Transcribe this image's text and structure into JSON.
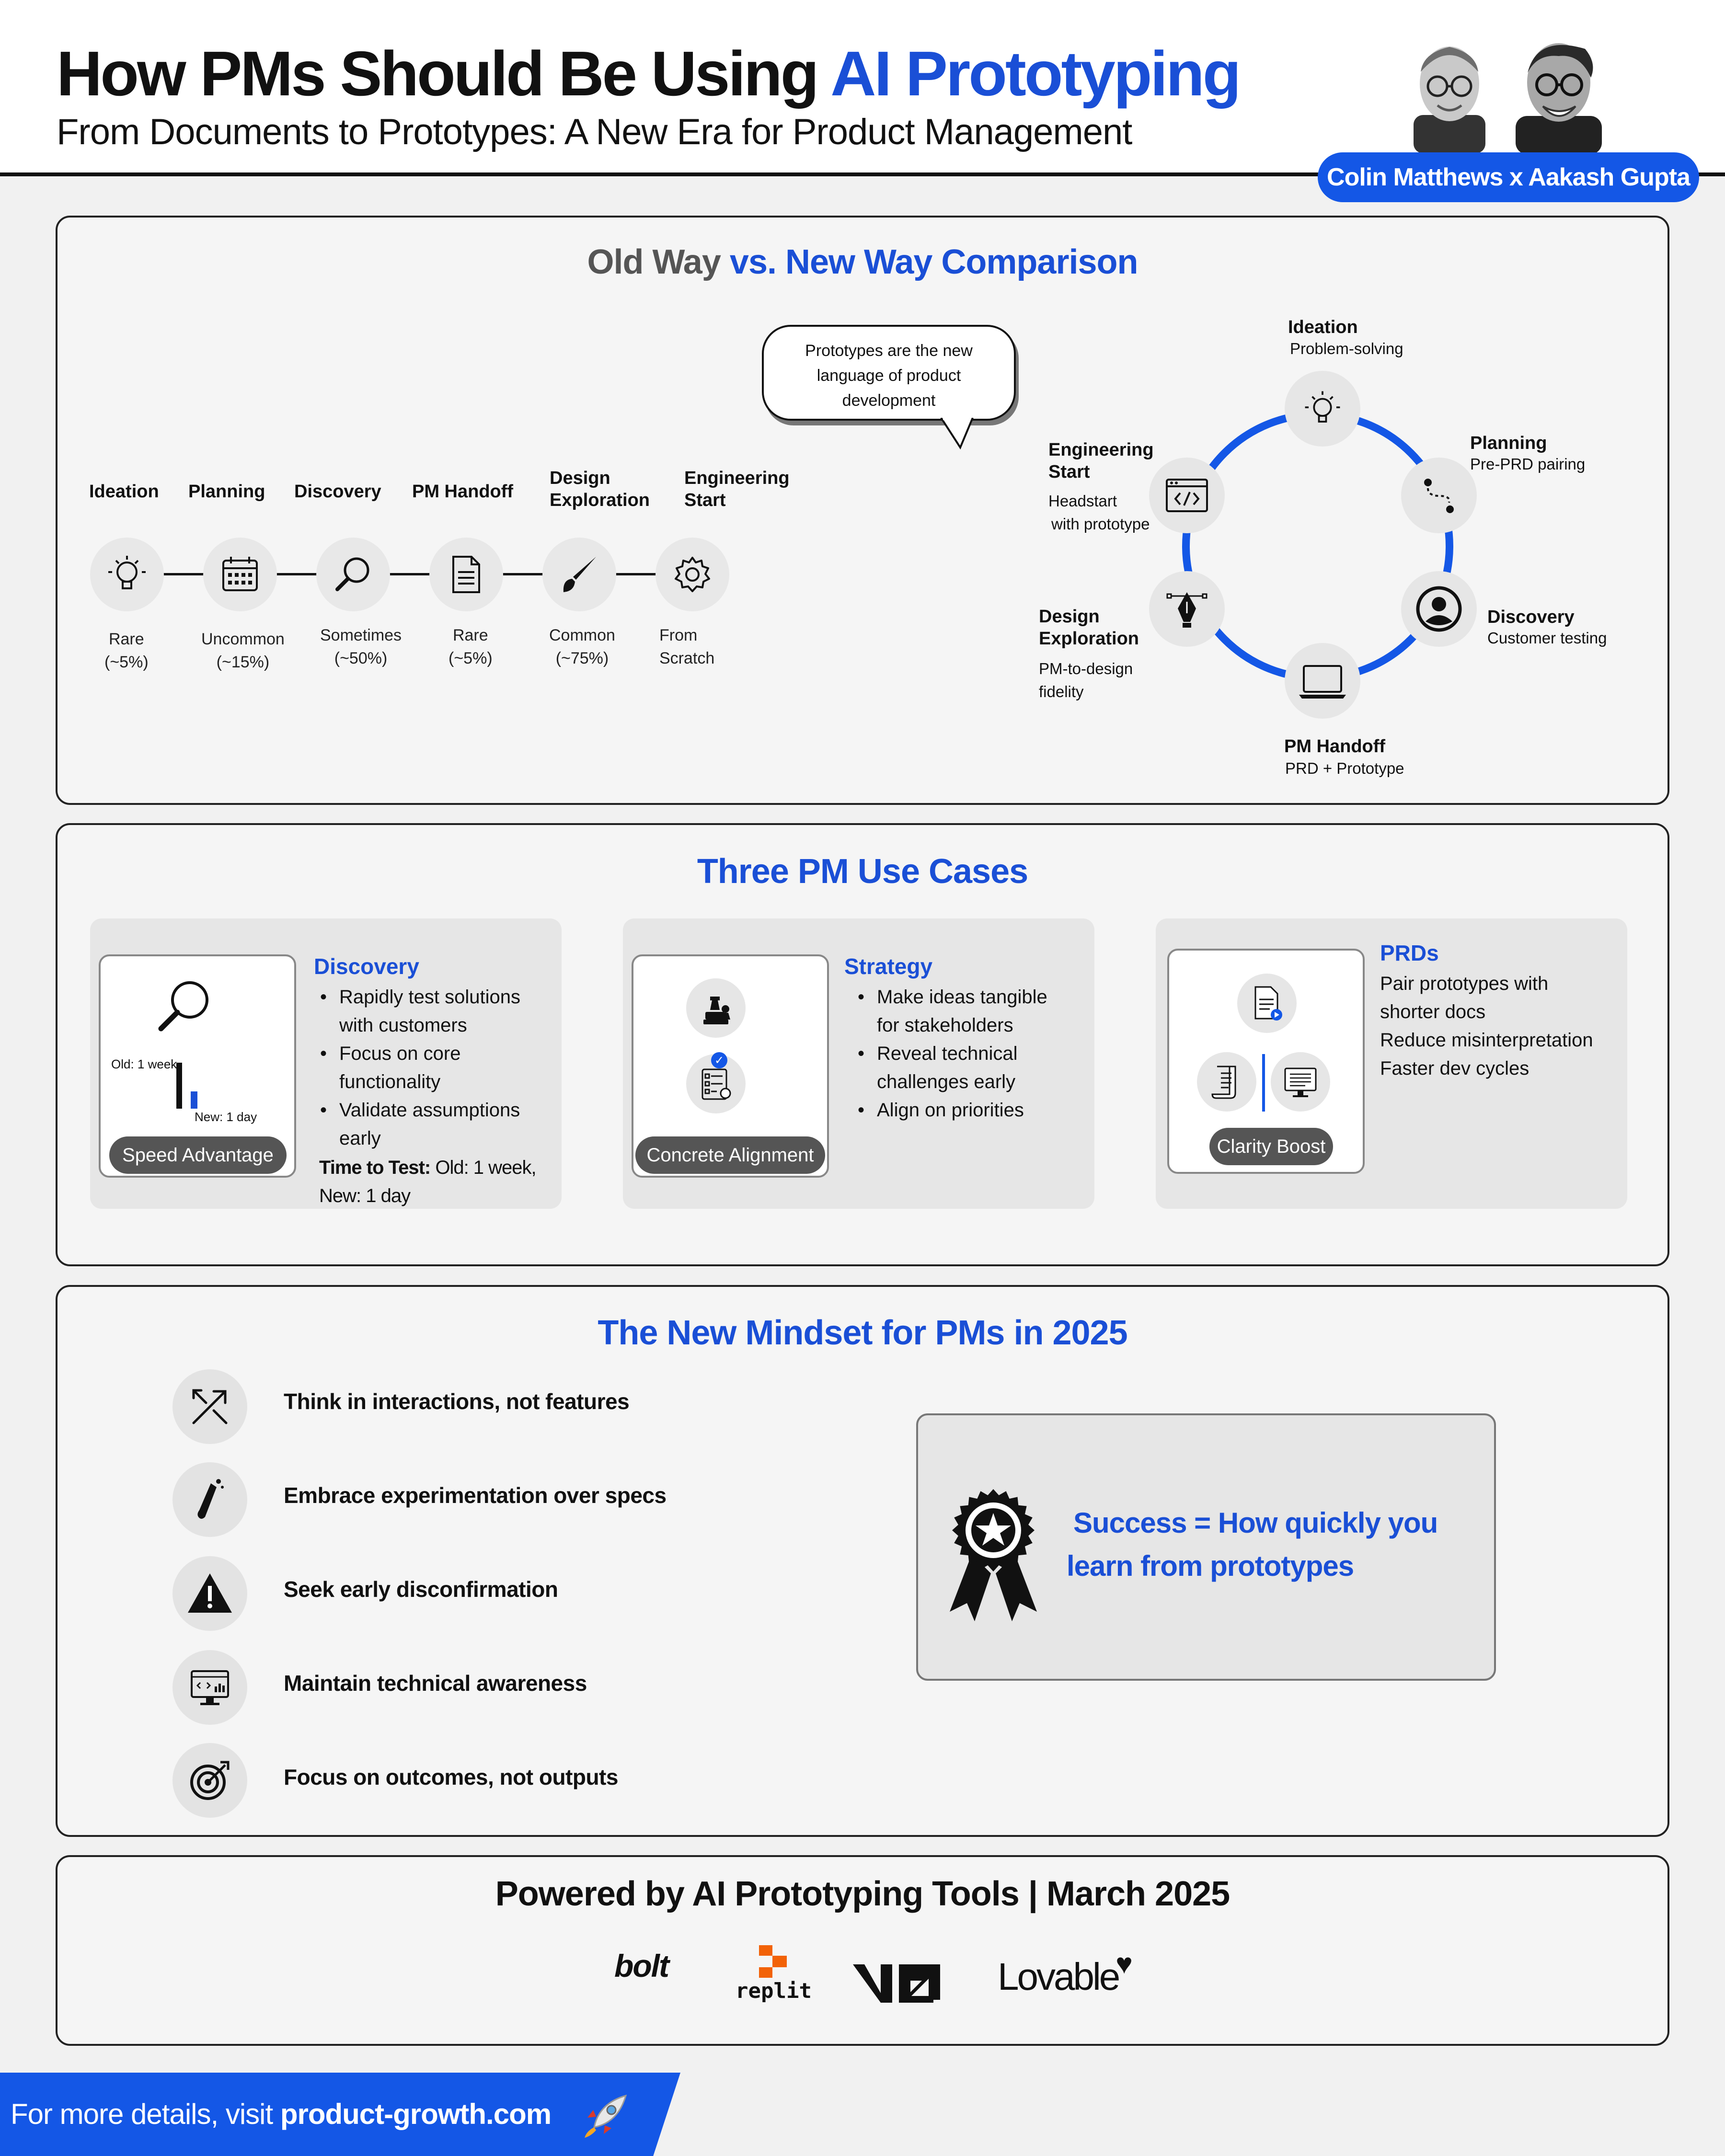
{
  "header": {
    "title_main": "How PMs Should Be Using ",
    "title_accent": "AI Prototyping",
    "subtitle": "From Documents to Prototypes: A New Era for Product Management",
    "authors": "Colin Matthews x Aakash Gupta"
  },
  "comparison": {
    "title_old": "Old Way ",
    "title_new": "vs. New Way Comparison",
    "old_way": [
      {
        "label": "Ideation",
        "note1": "Rare",
        "note2": "(~5%)",
        "icon": "lightbulb-icon"
      },
      {
        "label": "Planning",
        "note1": "Uncommon",
        "note2": "(~15%)",
        "icon": "calendar-icon"
      },
      {
        "label": "Discovery",
        "note1": "Sometimes",
        "note2": "(~50%)",
        "icon": "magnifier-icon"
      },
      {
        "label": "PM Handoff",
        "note1": "Rare",
        "note2": "(~5%)",
        "icon": "document-icon"
      },
      {
        "label1": "Design",
        "label2": "Exploration",
        "note1": "Common",
        "note2": "(~75%)",
        "icon": "brush-icon"
      },
      {
        "label1": "Engineering",
        "label2": "Start",
        "note1": "From",
        "note2": "Scratch",
        "icon": "gear-icon"
      }
    ],
    "bubble": {
      "line1": "Prototypes are the new",
      "line2": "language of product",
      "line3": "development"
    },
    "new_way": {
      "ideation": {
        "title": "Ideation",
        "sub": "Problem-solving",
        "icon": "lightbulb-icon"
      },
      "planning": {
        "title": "Planning",
        "sub": "Pre-PRD pairing",
        "icon": "route-icon"
      },
      "discovery": {
        "title": "Discovery",
        "sub": "Customer testing",
        "icon": "user-icon"
      },
      "handoff": {
        "title": "PM Handoff",
        "sub": "PRD + Prototype",
        "icon": "laptop-icon"
      },
      "design": {
        "title1": "Design",
        "title2": "Exploration",
        "sub1": "PM-to-design",
        "sub2": "fidelity",
        "icon": "pen-nib-icon"
      },
      "engineering": {
        "title1": "Engineering",
        "title2": "Start",
        "sub1": "Headstart",
        "sub2": "with prototype",
        "icon": "code-window-icon"
      }
    }
  },
  "use_cases": {
    "title": "Three PM Use Cases",
    "discovery": {
      "heading": "Discovery",
      "bullets": [
        "Rapidly test solutions",
        "with customers",
        "Focus on core",
        "functionality",
        "Validate assumptions",
        "early"
      ],
      "time_label": "Time to Test:",
      "time_value": " Old: 1 week,",
      "time_value2": "New: 1 day",
      "badge": "Speed Advantage",
      "mini_old": "Old: 1 week",
      "mini_new": "New: 1 day",
      "mini_chart": {
        "old_days": 7,
        "new_days": 1
      }
    },
    "strategy": {
      "heading": "Strategy",
      "bullets": [
        "Make ideas tangible",
        "for stakeholders",
        "Reveal technical",
        "challenges early",
        "Align on priorities"
      ],
      "badge": "Concrete Alignment"
    },
    "prds": {
      "heading": "PRDs",
      "lines": [
        "Pair prototypes with",
        "shorter docs",
        "Reduce misinterpretation",
        "Faster dev cycles"
      ],
      "badge": "Clarity Boost"
    }
  },
  "mindset": {
    "title": "The New Mindset for PMs in 2025",
    "items": [
      {
        "text": "Think in interactions, not features",
        "icon": "arrows-cross-icon"
      },
      {
        "text": "Embrace experimentation over specs",
        "icon": "test-tube-icon"
      },
      {
        "text": "Seek early disconfirmation",
        "icon": "warning-icon"
      },
      {
        "text": "Maintain technical awareness",
        "icon": "code-monitor-icon"
      },
      {
        "text": "Focus on outcomes, not outputs",
        "icon": "target-icon"
      }
    ],
    "success_line1": "Success = How quickly you",
    "success_line2": "learn from prototypes"
  },
  "footer": {
    "powered": "Powered by AI Prototyping Tools | March 2025",
    "logos": [
      "bolt",
      "replit",
      "v0",
      "Lovable"
    ],
    "cta_prefix": "For more details, visit ",
    "cta_link": "product-growth.com"
  },
  "colors": {
    "accent": "#1a4fd6",
    "pill": "#1457e6",
    "text": "#111111"
  }
}
